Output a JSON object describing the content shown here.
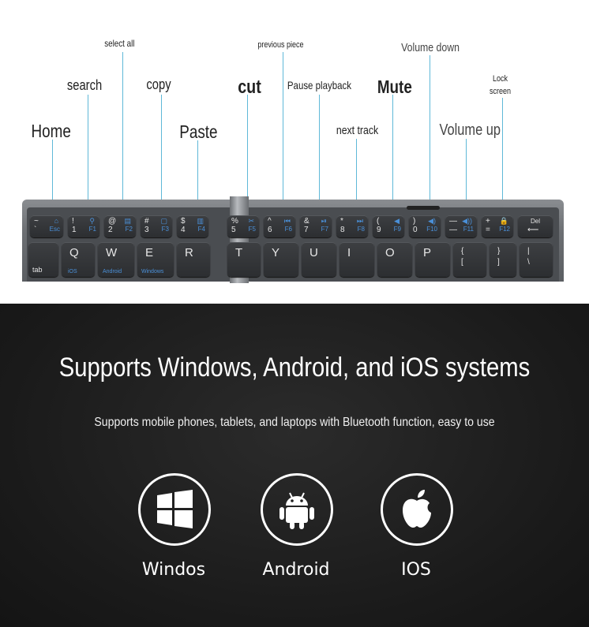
{
  "annotations": {
    "select_all": "select all",
    "previous_piece": "previous piece",
    "volume_down": "Volume down",
    "search": "search",
    "copy": "copy",
    "pause_playback": "Pause playback",
    "mute": "Mute",
    "lock_screen": "Lock\nscreen",
    "home": "Home",
    "paste": "Paste",
    "cut": "cut",
    "next_track": "next track",
    "volume_up": "Volume up"
  },
  "keyboard": {
    "row1": [
      {
        "top": "~",
        "bottom": "`",
        "fn": "Esc",
        "icon": "⌂"
      },
      {
        "top": "!",
        "bottom": "1",
        "fn": "F1",
        "icon": "⚲"
      },
      {
        "top": "@",
        "bottom": "2",
        "fn": "F2",
        "icon": "▤"
      },
      {
        "top": "#",
        "bottom": "3",
        "fn": "F3",
        "icon": "▢"
      },
      {
        "top": "$",
        "bottom": "4",
        "fn": "F4",
        "icon": "▥"
      },
      {
        "top": "%",
        "bottom": "5",
        "fn": "F5",
        "icon": "✂"
      },
      {
        "top": "^",
        "bottom": "6",
        "fn": "F6",
        "icon": "⏮"
      },
      {
        "top": "&",
        "bottom": "7",
        "fn": "F7",
        "icon": "⏯"
      },
      {
        "top": "*",
        "bottom": "8",
        "fn": "F8",
        "icon": "⏭"
      },
      {
        "top": "(",
        "bottom": "9",
        "fn": "F9",
        "icon": "◀"
      },
      {
        "top": ")",
        "bottom": "0",
        "fn": "F10",
        "icon": "◀)"
      },
      {
        "top": "—",
        "bottom": "—",
        "fn": "F11",
        "icon": "◀))"
      },
      {
        "top": "+",
        "bottom": "=",
        "fn": "F12",
        "icon": "🔒"
      },
      {
        "top": "Del",
        "bottom": "⟵",
        "fn": "",
        "icon": ""
      }
    ],
    "row2": [
      {
        "main": "",
        "sub": "",
        "extra": "tab"
      },
      {
        "main": "Q",
        "sub": "iOS",
        "extra": ""
      },
      {
        "main": "W",
        "sub": "Android",
        "extra": ""
      },
      {
        "main": "E",
        "sub": "Windows",
        "extra": ""
      },
      {
        "main": "R",
        "sub": "",
        "extra": ""
      },
      {
        "main": "T",
        "sub": "",
        "extra": ""
      },
      {
        "main": "Y",
        "sub": "",
        "extra": ""
      },
      {
        "main": "U",
        "sub": "",
        "extra": ""
      },
      {
        "main": "I",
        "sub": "",
        "extra": ""
      },
      {
        "main": "O",
        "sub": "",
        "extra": ""
      },
      {
        "main": "P",
        "sub": "",
        "extra": ""
      },
      {
        "main": "{\n[",
        "sub": "",
        "extra": ""
      },
      {
        "main": "}\n]",
        "sub": "",
        "extra": ""
      },
      {
        "main": "|\n\\",
        "sub": "",
        "extra": ""
      }
    ]
  },
  "headline": "Supports Windows, Android, and iOS systems",
  "subline": "Supports mobile phones, tablets, and laptops with Bluetooth function, easy to use",
  "systems": [
    {
      "label": "Windos",
      "icon": "windows-logo-icon"
    },
    {
      "label": "Android",
      "icon": "android-logo-icon"
    },
    {
      "label": "IOS",
      "icon": "apple-logo-icon"
    }
  ],
  "colors": {
    "accent_blue": "#4a90d9",
    "leader_line": "#5fb8d8",
    "dark_bg": "#1a1a1a"
  }
}
